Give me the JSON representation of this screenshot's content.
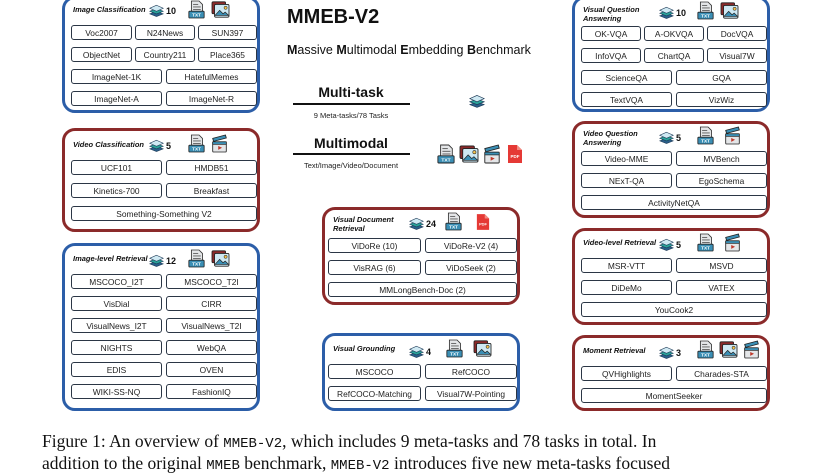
{
  "header": {
    "title": "MMEB-V2",
    "subtitle_parts": [
      {
        "bold": "M",
        "rest": "assive "
      },
      {
        "bold": "M",
        "rest": "ultimodal "
      },
      {
        "bold": "E",
        "rest": "mbedding "
      },
      {
        "bold": "B",
        "rest": "enchmark"
      }
    ],
    "multitask": {
      "heading": "Multi-task",
      "sub": "9 Meta-tasks/78 Tasks",
      "icon": "layers-icon"
    },
    "multimodal": {
      "heading": "Multimodal",
      "sub": "Text/Image/Video/Document",
      "icons": [
        "text-file-icon",
        "image-icon",
        "video-clapper-icon",
        "pdf-icon"
      ]
    }
  },
  "colors": {
    "image_panel": "#2c5ea8",
    "video_panel": "#8b2a2a"
  },
  "panels": {
    "image_classification": {
      "title": "Image Classification",
      "count": "10",
      "icons": [
        "text-file-icon",
        "image-icon"
      ],
      "tasks": [
        "Voc2007",
        "N24News",
        "SUN397",
        "ObjectNet",
        "Country211",
        "Place365",
        "ImageNet-1K",
        "HatefulMemes",
        "ImageNet-A",
        "ImageNet-R"
      ]
    },
    "video_classification": {
      "title": "Video Classification",
      "count": "5",
      "icons": [
        "text-file-icon",
        "video-clapper-icon"
      ],
      "tasks": [
        "UCF101",
        "HMDB51",
        "Kinetics-700",
        "Breakfast",
        "Something-Something V2"
      ]
    },
    "image_retrieval": {
      "title": "Image-level Retrieval",
      "count": "12",
      "icons": [
        "text-file-icon",
        "image-icon"
      ],
      "tasks": [
        "MSCOCO_I2T",
        "MSCOCO_T2I",
        "VisDial",
        "CIRR",
        "VisualNews_I2T",
        "VisualNews_T2I",
        "NIGHTS",
        "WebQA",
        "EDIS",
        "OVEN",
        "WIKI-SS-NQ",
        "FashionIQ"
      ]
    },
    "visual_document_retrieval": {
      "title_line1": "Visual Document",
      "title_line2": "Retrieval",
      "count": "24",
      "icons": [
        "text-file-icon",
        "pdf-icon"
      ],
      "tasks": [
        "ViDoRe (10)",
        "ViDoRe-V2 (4)",
        "VisRAG (6)",
        "ViDoSeek (2)",
        "MMLongBench-Doc (2)"
      ]
    },
    "visual_grounding": {
      "title": "Visual Grounding",
      "count": "4",
      "icons": [
        "text-file-icon",
        "image-icon"
      ],
      "tasks": [
        "MSCOCO",
        "RefCOCO",
        "RefCOCO-Matching",
        "Visual7W-Pointing"
      ]
    },
    "vqa": {
      "title_line1": "Visual Question",
      "title_line2": "Answering",
      "count": "10",
      "icons": [
        "text-file-icon",
        "image-icon"
      ],
      "tasks": [
        "OK-VQA",
        "A-OKVQA",
        "DocVQA",
        "InfoVQA",
        "ChartQA",
        "Visual7W",
        "ScienceQA",
        "GQA",
        "TextVQA",
        "VizWiz"
      ]
    },
    "video_qa": {
      "title_line1": "Video Question",
      "title_line2": "Answering",
      "count": "5",
      "icons": [
        "text-file-icon",
        "video-clapper-icon"
      ],
      "tasks": [
        "Video-MME",
        "MVBench",
        "NExT-QA",
        "EgoSchema",
        "ActivityNetQA"
      ]
    },
    "video_retrieval": {
      "title": "Video-level Retrieval",
      "count": "5",
      "icons": [
        "text-file-icon",
        "video-clapper-icon"
      ],
      "tasks": [
        "MSR-VTT",
        "MSVD",
        "DiDeMo",
        "VATEX",
        "YouCook2"
      ]
    },
    "moment_retrieval": {
      "title": "Moment Retrieval",
      "count": "3",
      "icons": [
        "text-file-icon",
        "image-icon",
        "video-clapper-icon"
      ],
      "tasks": [
        "QVHighlights",
        "Charades-STA",
        "MomentSeeker"
      ]
    }
  },
  "caption": {
    "line1_a": "Figure 1: An overview of ",
    "line1_code": "MMEB-V2",
    "line1_b": ", which includes 9 meta-tasks and 78 tasks in total.  In",
    "line2_a": "addition to the original ",
    "line2_code1": "MMEB",
    "line2_b": " benchmark, ",
    "line2_code2": "MMEB-V2",
    "line2_c": " introduces five new meta-tasks focused"
  }
}
